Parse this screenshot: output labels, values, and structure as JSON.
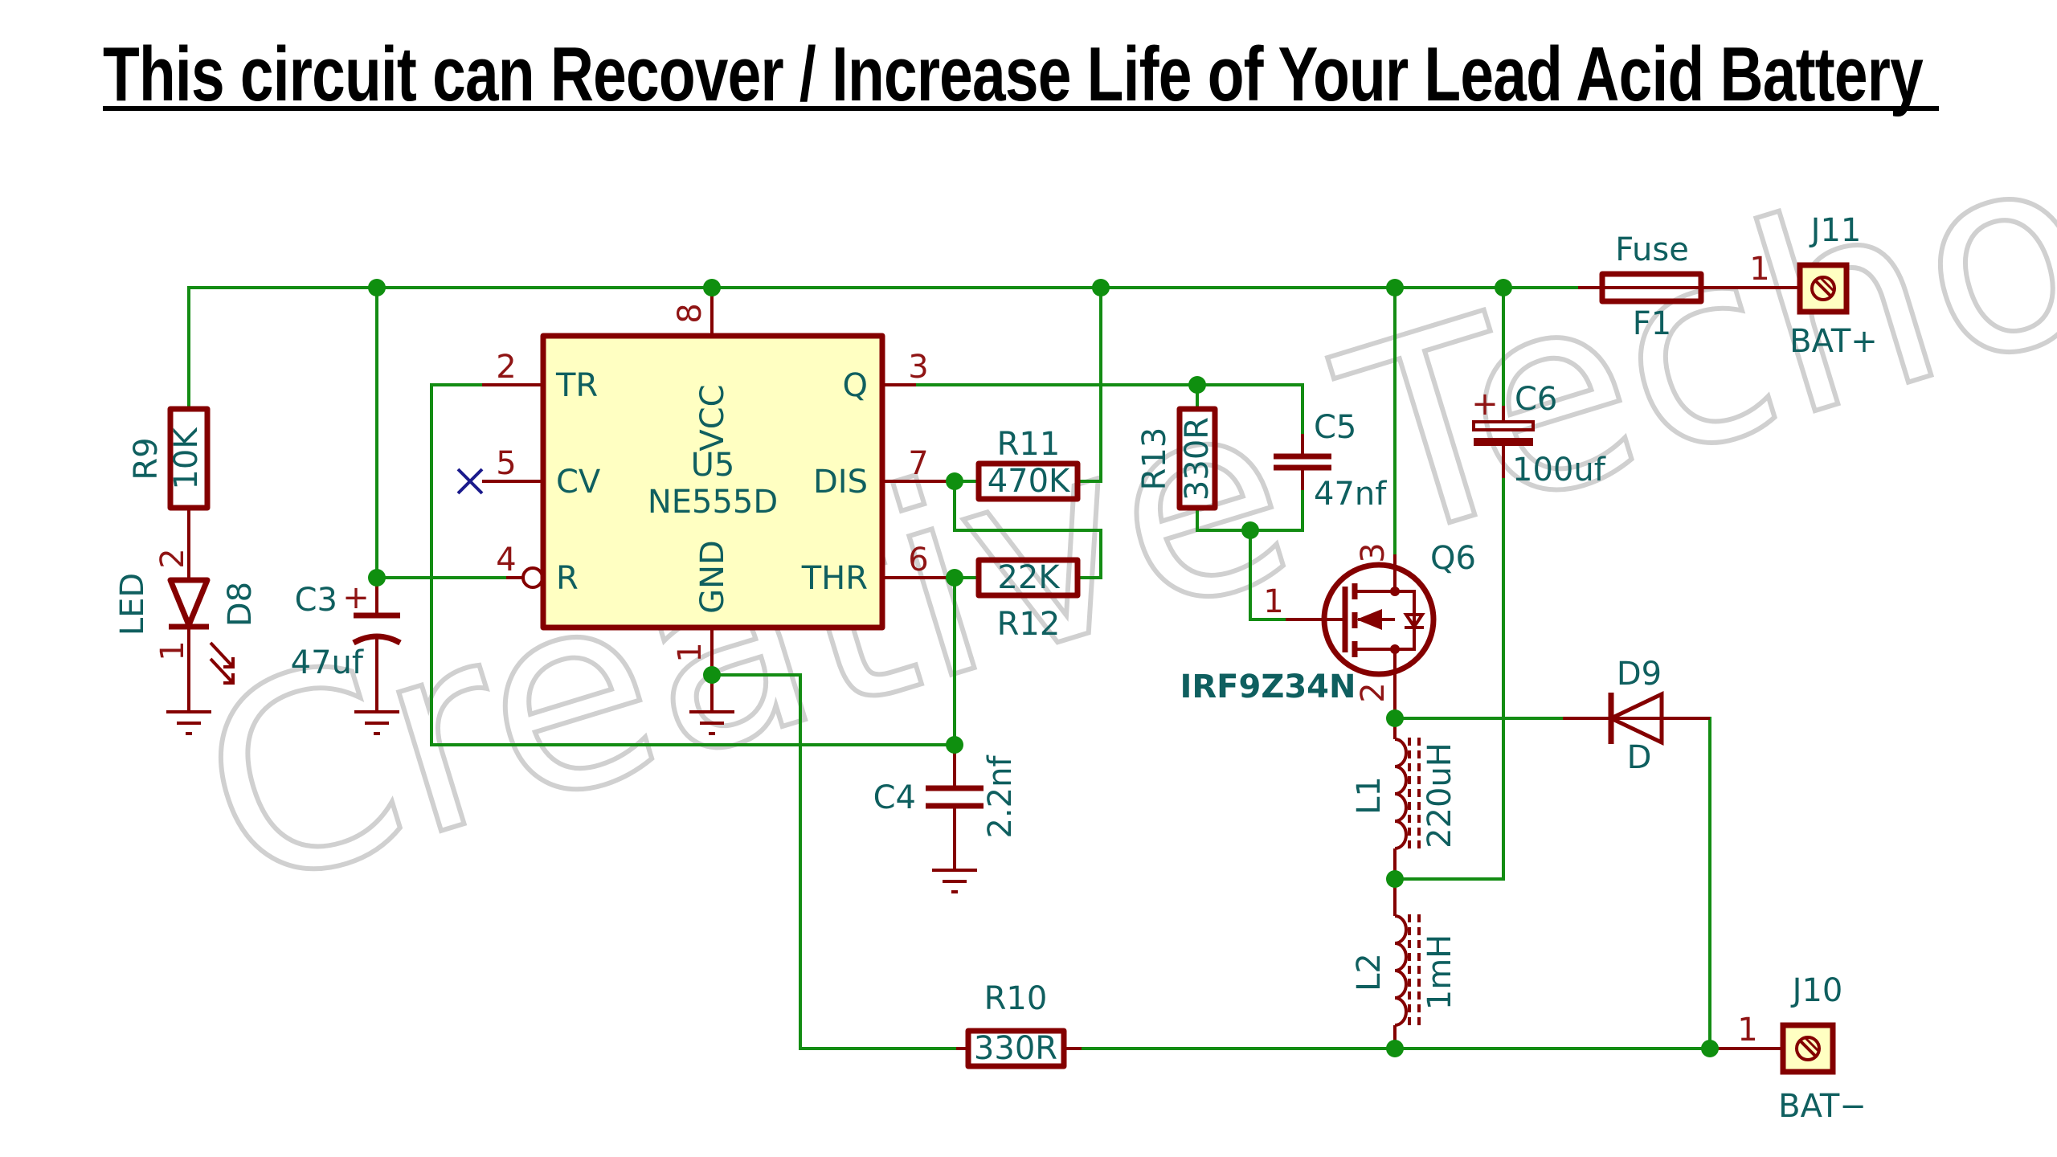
{
  "title": "This circuit can Recover / Increase Life of Your Lead Acid Battery",
  "watermark": "Creative Techos",
  "ic": {
    "ref": "U5",
    "value": "NE555D",
    "pins": {
      "tr": {
        "name": "TR",
        "num": "2"
      },
      "cv": {
        "name": "CV",
        "num": "5"
      },
      "r": {
        "name": "R",
        "num": "4"
      },
      "vcc": {
        "name": "VCC",
        "num": "8"
      },
      "gnd": {
        "name": "GND",
        "num": "1"
      },
      "q": {
        "name": "Q",
        "num": "3"
      },
      "dis": {
        "name": "DIS",
        "num": "7"
      },
      "thr": {
        "name": "THR",
        "num": "6"
      }
    }
  },
  "components": {
    "r9": {
      "ref": "R9",
      "value": "10K"
    },
    "d8": {
      "ref": "D8",
      "value": "LED",
      "pin_a": "2",
      "pin_k": "1"
    },
    "c3": {
      "ref": "C3",
      "value": "47uf",
      "polarity": "+"
    },
    "r11": {
      "ref": "R11",
      "value": "470K"
    },
    "r12": {
      "ref": "R12",
      "value": "22K"
    },
    "r13": {
      "ref": "R13",
      "value": "330R"
    },
    "c5": {
      "ref": "C5",
      "value": "47nf"
    },
    "c4": {
      "ref": "C4",
      "value": "2.2nf"
    },
    "c6": {
      "ref": "C6",
      "value": "100uf",
      "polarity": "+"
    },
    "q6": {
      "ref": "Q6",
      "value": "IRF9Z34N",
      "pin_g": "1",
      "pin_s": "3",
      "pin_d": "2"
    },
    "l1": {
      "ref": "L1",
      "value": "220uH"
    },
    "l2": {
      "ref": "L2",
      "value": "1mH"
    },
    "d9": {
      "ref": "D9",
      "value": "D"
    },
    "r10": {
      "ref": "R10",
      "value": "330R"
    },
    "f1": {
      "ref": "F1",
      "value": "Fuse"
    },
    "j11": {
      "ref": "J11",
      "value": "BAT+",
      "pin": "1"
    },
    "j10": {
      "ref": "J10",
      "value": "BAT−",
      "pin": "1"
    }
  },
  "colors": {
    "wire": "#138c13",
    "component": "#840000",
    "label": "#0f5f5f",
    "pin_number": "#8f1414",
    "ic_fill": "#ffffc2",
    "no_connect": "#1a1a8c"
  }
}
